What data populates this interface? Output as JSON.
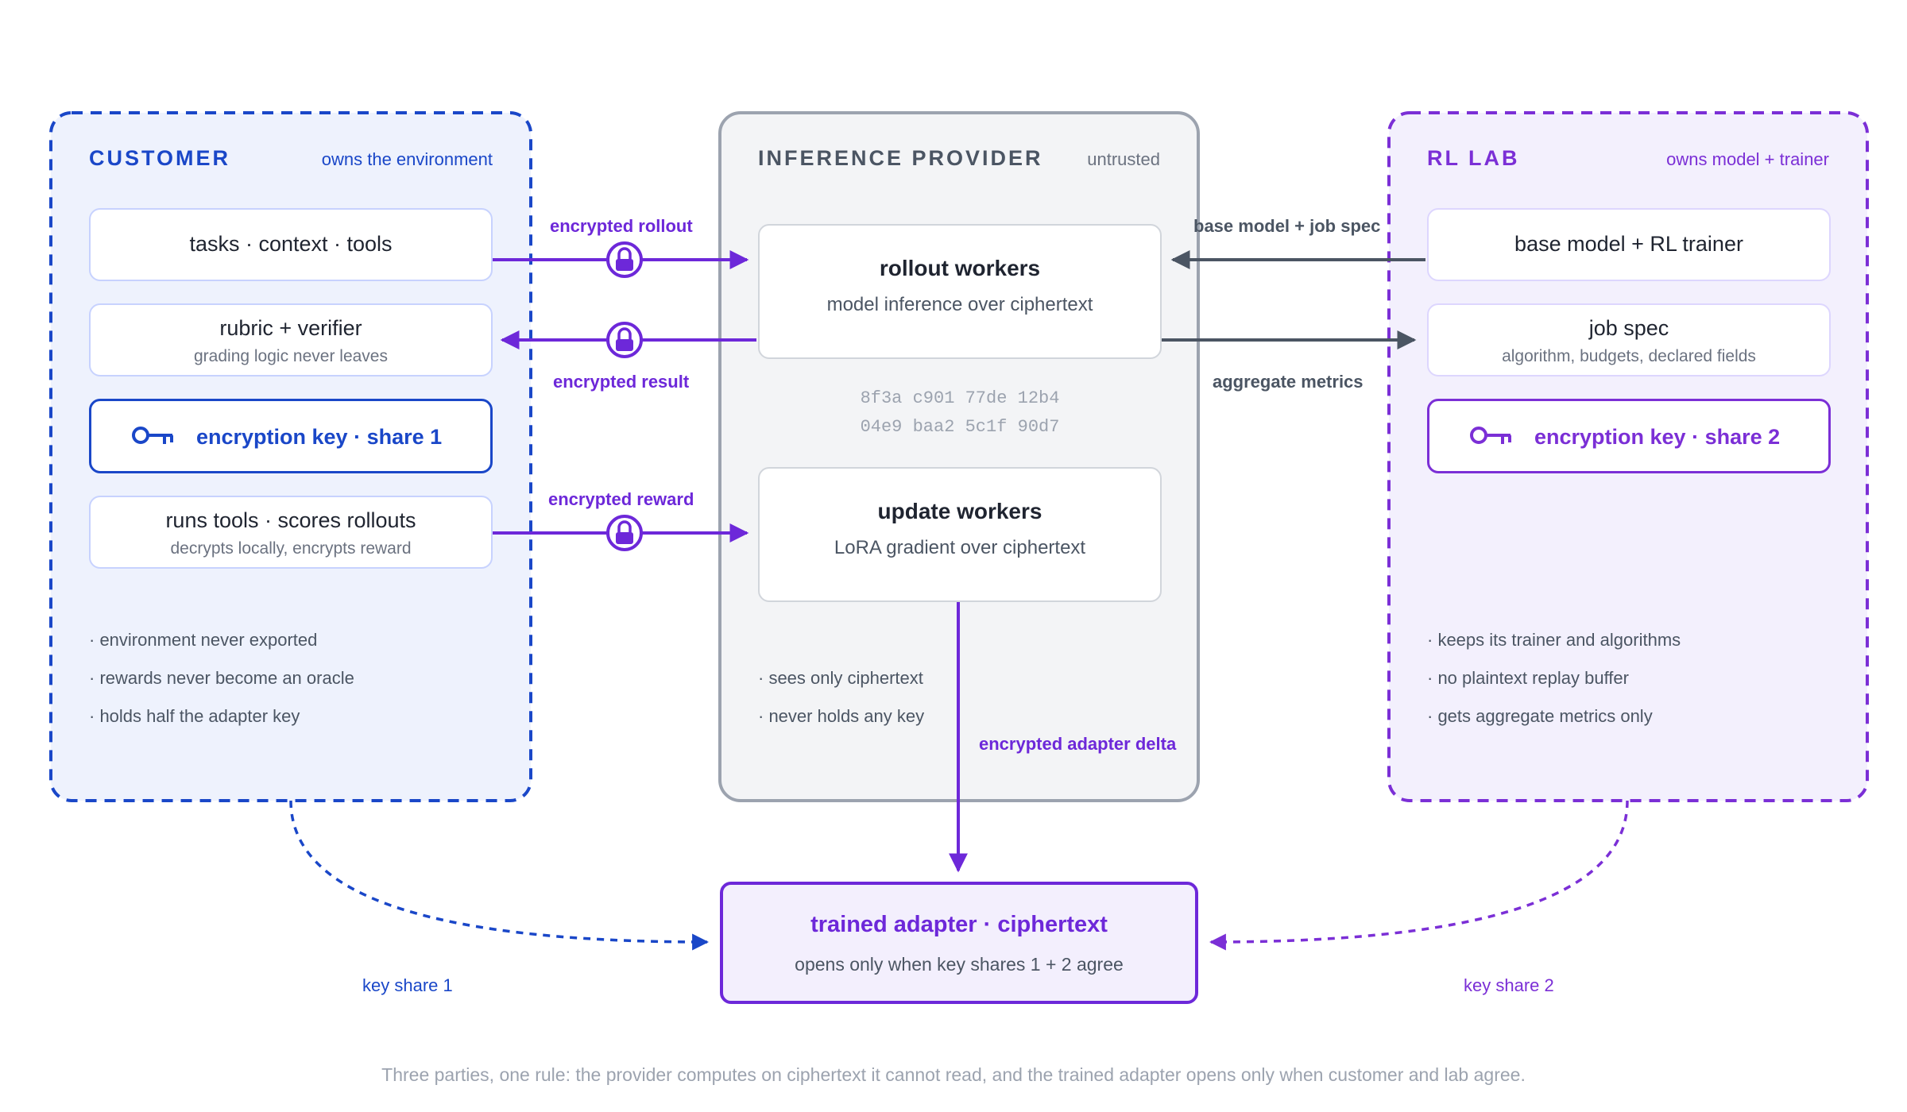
{
  "customer": {
    "title": "CUSTOMER",
    "tag": "owns the environment",
    "cards": [
      {
        "title": "tasks · context · tools"
      },
      {
        "title": "rubric + verifier",
        "subtitle": "grading logic never leaves"
      },
      {
        "title": "encryption key · share 1",
        "icon": "key-icon"
      },
      {
        "title": "runs tools · scores rollouts",
        "subtitle": "decrypts locally, encrypts reward"
      }
    ],
    "bullets": [
      "· environment never exported",
      "· rewards never become an oracle",
      "· holds half the adapter key"
    ],
    "color": "#1a47c8"
  },
  "provider": {
    "title": "INFERENCE PROVIDER",
    "tag": "untrusted",
    "rollout": {
      "title": "rollout workers",
      "subtitle": "model inference over ciphertext"
    },
    "update": {
      "title": "update workers",
      "subtitle": "LoRA gradient over ciphertext"
    },
    "cipher_lines": [
      "8f3a c901 77de 12b4",
      "04e9 baa2 5c1f 90d7"
    ],
    "bullets": [
      "· sees only ciphertext",
      "· never holds any key"
    ]
  },
  "lab": {
    "title": "RL LAB",
    "tag": "owns model + trainer",
    "cards": [
      {
        "title": "base model + RL trainer"
      },
      {
        "title": "job spec",
        "subtitle": "algorithm, budgets, declared fields"
      },
      {
        "title": "encryption key · share 2",
        "icon": "key-icon"
      }
    ],
    "bullets": [
      "· keeps its trainer and algorithms",
      "· no plaintext replay buffer",
      "· gets aggregate metrics only"
    ],
    "color": "#7b2fd6"
  },
  "arrows": {
    "encrypted_rollout": "encrypted rollout",
    "encrypted_result": "encrypted result",
    "encrypted_reward": "encrypted reward",
    "base_model_job_spec": "base model + job spec",
    "aggregate_metrics": "aggregate metrics",
    "encrypted_adapter_delta": "encrypted adapter delta",
    "key_share_1": "key share 1",
    "key_share_2": "key share 2"
  },
  "adapter": {
    "title": "trained adapter · ciphertext",
    "subtitle": "opens only when key shares 1 + 2 agree"
  },
  "footer": "Three parties, one rule: the provider computes on ciphertext it cannot read, and the trained adapter opens only when customer and lab agree.",
  "colors": {
    "purple": "#6d28d9",
    "blue": "#1a47c8",
    "slate": "#4b5563"
  }
}
